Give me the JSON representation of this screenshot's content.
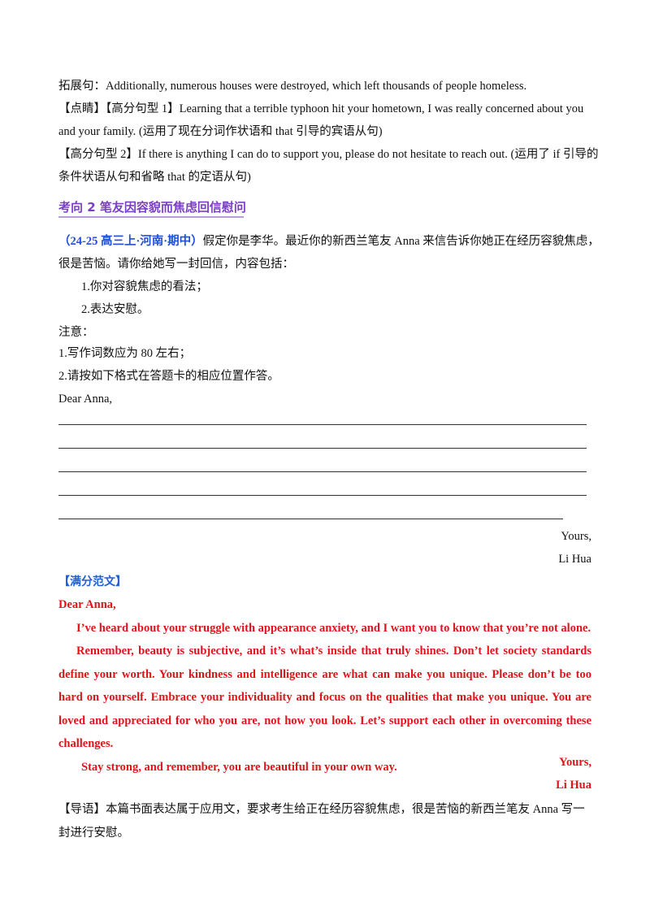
{
  "top": {
    "expand_sentence": "拓展句：Additionally, numerous houses were destroyed, which left thousands of people homeless.",
    "highlight_line1": "【点睛】【高分句型 1】Learning that a terrible typhoon hit your hometown, I was really concerned about you",
    "highlight_line2": "and your family. (运用了现在分词作状语和 that 引导的宾语从句)",
    "pattern2_line1": "【高分句型 2】If there is anything I can do to support you, please do not hesitate to reach out. (运用了 if 引导的",
    "pattern2_line2": "条件状语从句和省略 that 的定语从句)"
  },
  "section": {
    "heading": "考向 2  笔友因容貌而焦虑回信慰问"
  },
  "task": {
    "source": "（24-25 高三上·河南·期中）",
    "prompt_line1": "假定你是李华。最近你的新西兰笔友 Anna 来信告诉你她正在经历容貌焦虑，",
    "prompt_line2": "很是苦恼。请你给她写一封回信，内容包括：",
    "point1": "1.你对容貌焦虑的看法；",
    "point2": "2.表达安慰。",
    "note_label": "注意：",
    "note1": "1.写作词数应为 80 左右；",
    "note2": "2.请按如下格式在答题卡的相应位置作答。",
    "salutation": "Dear Anna,",
    "closing": "Yours,",
    "signature": "Li Hua"
  },
  "model": {
    "label": "【满分范文】",
    "salutation": "Dear Anna,",
    "para1": "I’ve heard about your struggle with appearance anxiety, and I want you to know that you’re not alone.",
    "para2": "Remember, beauty is subjective, and it’s what’s inside that truly shines. Don’t let society standards define your worth. Your kindness and intelligence are what can make you unique. Please don’t be too hard on yourself. Embrace your individuality and focus on the qualities that make you unique. You are loved and appreciated for who you are, not how you look. Let’s support each other in overcoming these challenges.",
    "para3": "Stay strong, and remember, you are beautiful in your own way.",
    "closing": "Yours,",
    "signature": "Li Hua"
  },
  "guide": {
    "text": "【导语】本篇书面表达属于应用文，要求考生给正在经历容貌焦虑，很是苦恼的新西兰笔友 Anna 写一封进行安慰。"
  }
}
